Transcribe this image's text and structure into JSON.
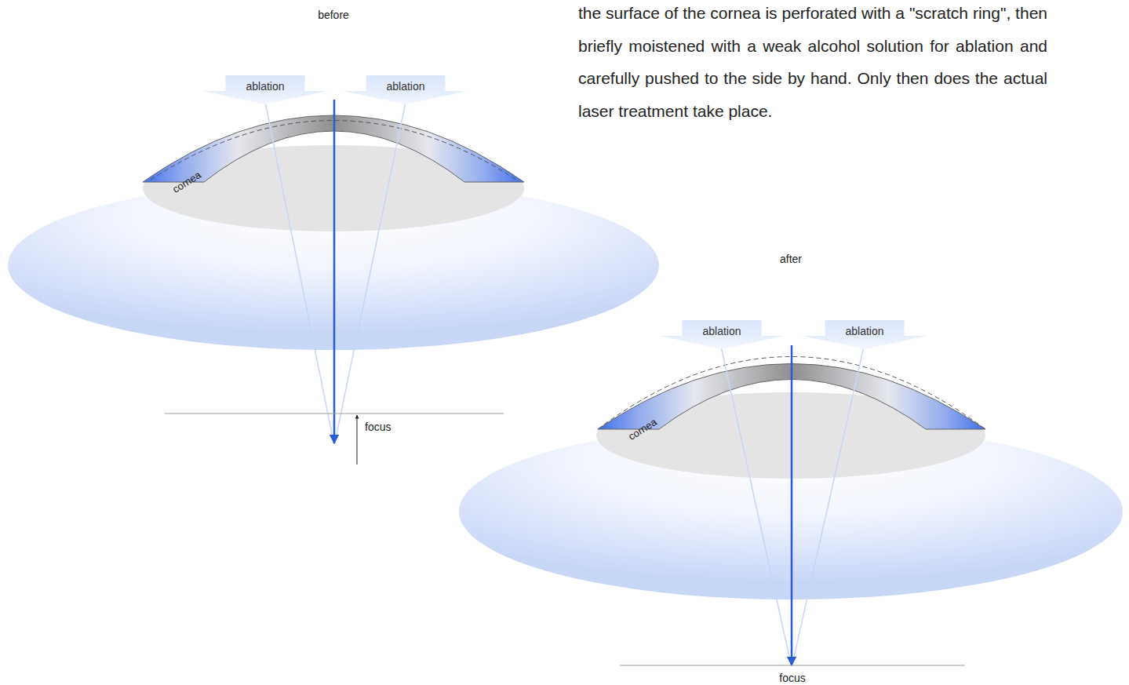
{
  "diagram": {
    "nodes": [
      {
        "text": [
          "ablation"
        ]
      },
      {
        "text": [
          "ablation"
        ]
      },
      {
        "text": [
          "ablation"
        ]
      },
      {
        "text": [
          "ablation"
        ]
      }
    ],
    "labels": [
      "the surface of the cornea is perforated with a \"scratch ring\", then briefly moistened with a weak alcohol solution for ablation and carefully pushed to the side by hand. Only then does the actual laser treatment take place.",
      "before",
      "cornea",
      "focus",
      "after",
      "cornea",
      "focus"
    ]
  }
}
